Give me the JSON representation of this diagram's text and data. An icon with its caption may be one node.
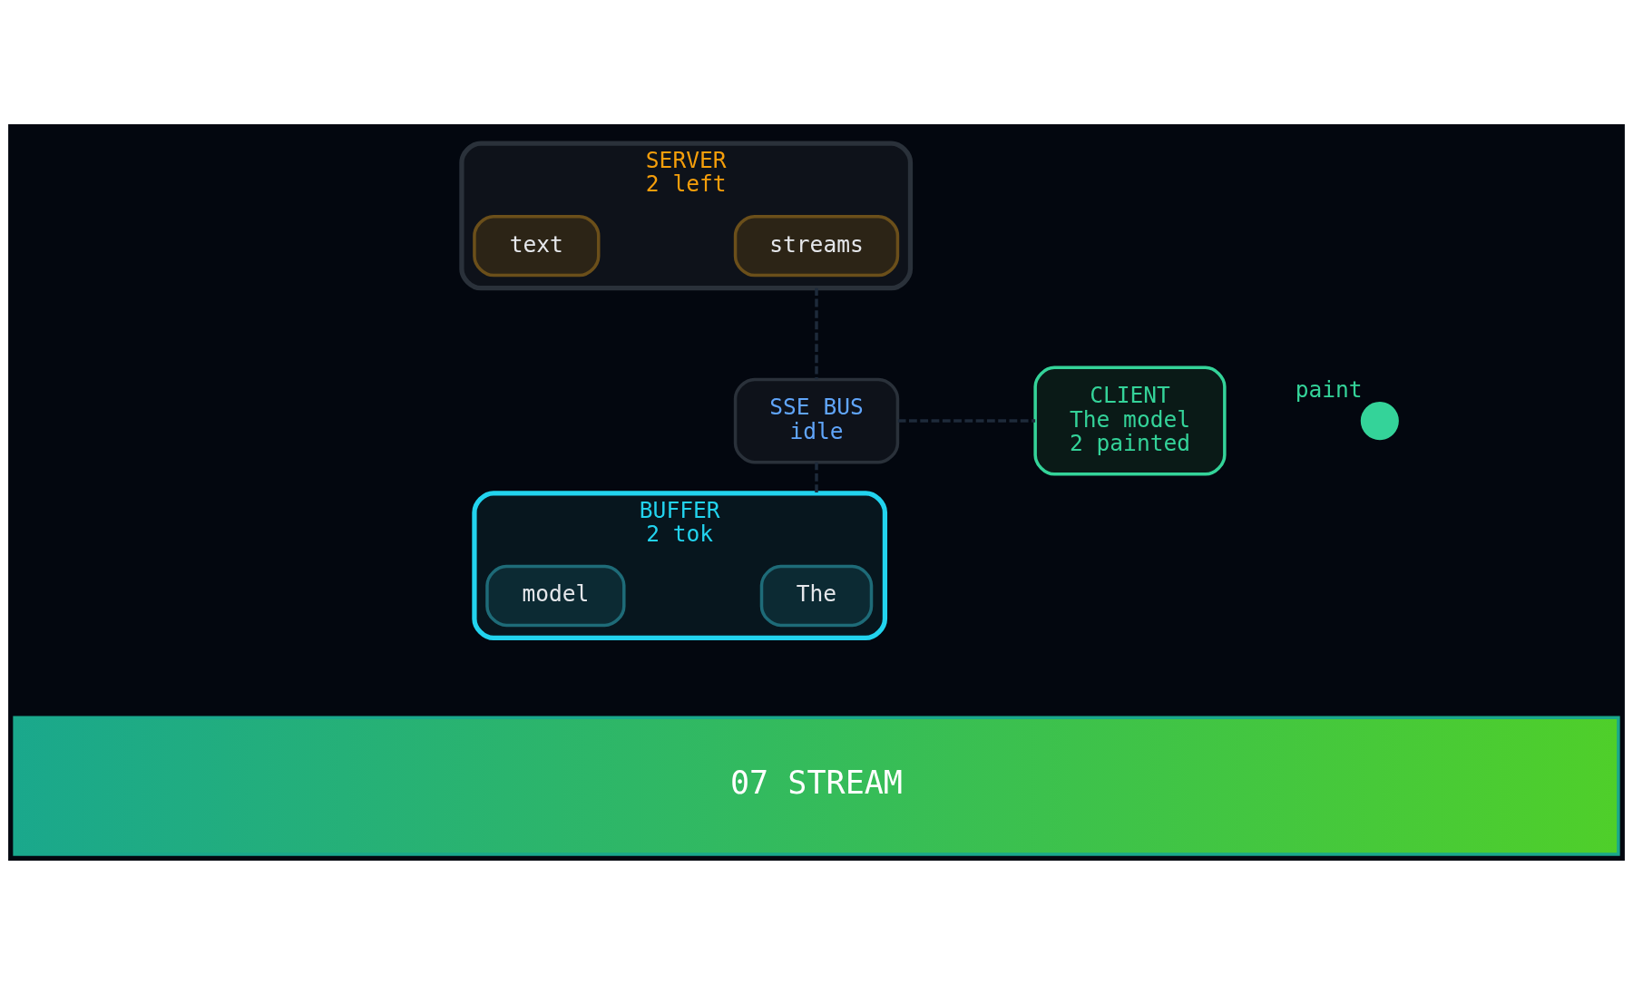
{
  "diagram": {
    "nodes": [
      {
        "text": [
          "SERVER",
          "2 left"
        ]
      },
      {
        "text": [
          "streams"
        ],
        "in": 0
      },
      {
        "text": [
          "text"
        ],
        "in": 0
      },
      {
        "text": [
          "SSE BUS",
          "idle"
        ]
      },
      {
        "text": [
          "CLIENT",
          "The model",
          "2 painted"
        ]
      },
      {
        "text": [],
        "shape": "circle",
        "beside": [
          "paint"
        ]
      },
      {
        "text": [
          "BUFFER",
          "2 tok"
        ]
      },
      {
        "text": [
          "The"
        ],
        "in": 6
      },
      {
        "text": [
          "model"
        ],
        "in": 6
      },
      {
        "text": [
          "07 STREAM"
        ]
      }
    ],
    "edges": [
      {
        "from": 0,
        "to": 3,
        "arrow": "none",
        "style": "dashed"
      },
      {
        "from": 3,
        "to": 4,
        "arrow": "none",
        "style": "dashed"
      },
      {
        "from": 3,
        "to": 6,
        "arrow": "none",
        "style": "dashed"
      }
    ]
  }
}
